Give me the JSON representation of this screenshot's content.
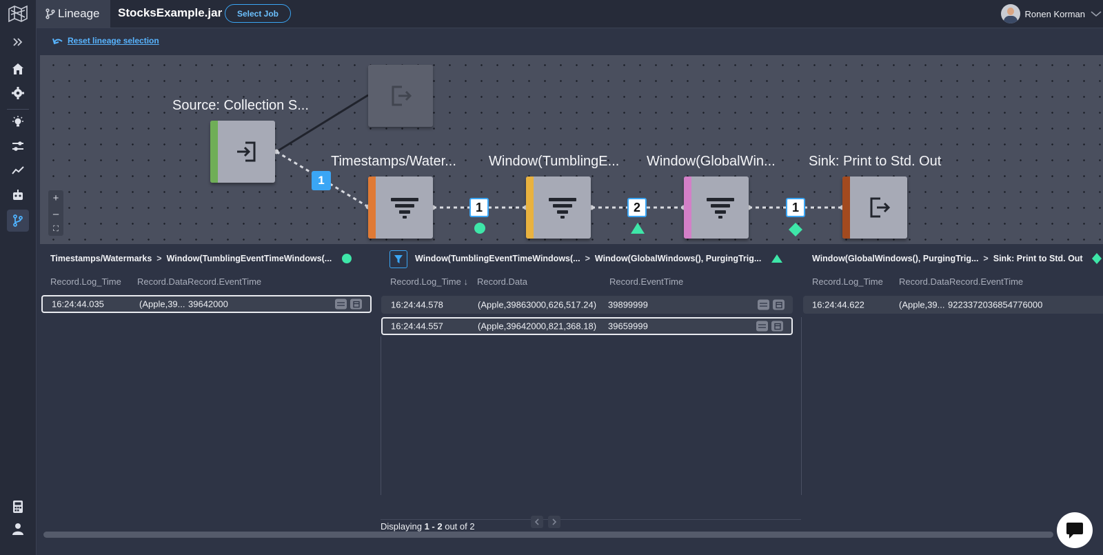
{
  "topbar": {
    "tab_label": "Lineage",
    "job_name": "StocksExample.jar",
    "select_job_label": "Select Job",
    "user_name": "Ronen Korman"
  },
  "sidebar": {
    "icons": [
      "expand-icon",
      "home-icon",
      "settings-icon",
      "insights-icon",
      "sliders-icon",
      "trend-icon",
      "robot-icon",
      "lineage-icon",
      "calculator-icon",
      "user-icon"
    ],
    "active": "lineage-icon"
  },
  "reset_label": "Reset lineage selection",
  "graph": {
    "nodes": [
      {
        "label": "Source: Collection S...",
        "kind": "source",
        "color": "#6fae57"
      },
      {
        "label": "Timestamps/Water...",
        "kind": "operator",
        "color": "#e07a35"
      },
      {
        "label": "Window(TumblingE...",
        "kind": "operator",
        "color": "#e9b23f"
      },
      {
        "label": "Window(GlobalWin...",
        "kind": "operator",
        "color": "#d37fc7"
      },
      {
        "label": "Sink: Print to Std. Out",
        "kind": "sink",
        "color": "#a24a1f"
      }
    ],
    "edge_badges": [
      "1",
      "1",
      "2",
      "1"
    ],
    "zoom_controls": [
      "+",
      "–",
      "⛶"
    ]
  },
  "panels": [
    {
      "from": "Timestamps/Watermarks",
      "to": "Window(TumblingEventTimeWindows(...",
      "marker": "circle",
      "columns": [
        "Record.Log_Time",
        "Record.DataRecord.EventTime"
      ],
      "rows": [
        {
          "time": "16:24:44.035",
          "data": "(Apple,39...",
          "event": "39642000",
          "selected": true
        }
      ]
    },
    {
      "from": "Window(TumblingEventTimeWindows(...",
      "to": "Window(GlobalWindows(), PurgingTrig...",
      "marker": "triangle",
      "columns": [
        "Record.Log_Time",
        "Record.Data",
        "Record.EventTime"
      ],
      "sort_icon": "↓",
      "rows": [
        {
          "time": "16:24:44.578",
          "data": "(Apple,39863000,626,517.24)",
          "event": "39899999",
          "selected": false
        },
        {
          "time": "16:24:44.557",
          "data": "(Apple,39642000,821,368.18)",
          "event": "39659999",
          "selected": true
        }
      ],
      "footer": {
        "prefix": "Displaying ",
        "range": "1 - 2",
        "suffix": " out of 2"
      }
    },
    {
      "from": "Window(GlobalWindows(), PurgingTrig...",
      "to": "Sink: Print to Std. Out",
      "marker": "diamond",
      "columns": [
        "Record.Log_Time",
        "Record.DataRecord.EventTime"
      ],
      "rows": [
        {
          "time": "16:24:44.622",
          "data": "(Apple,39...",
          "event": "9223372036854776000",
          "selected": false
        }
      ]
    }
  ],
  "colors": {
    "accent": "#3aa6f5",
    "marker": "#3ee6a8",
    "canvas": "#4a4f5e",
    "bg": "#2e3445"
  }
}
